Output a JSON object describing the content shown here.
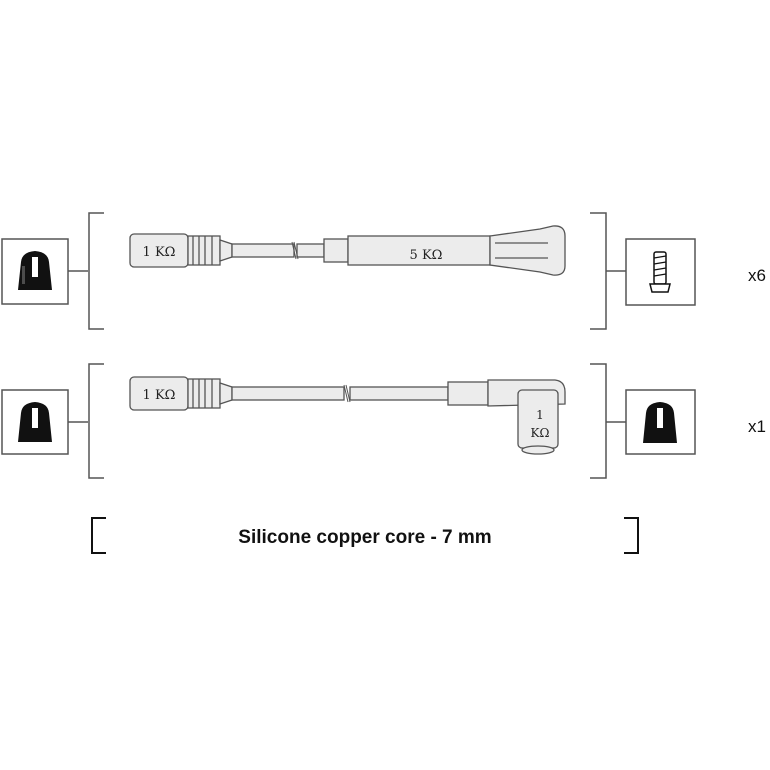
{
  "rows": [
    {
      "start_resistor_label": "1 KΩ",
      "end_resistor_label": "5 KΩ",
      "quantity": "x6",
      "left_connector_icon": "cap-connector-icon",
      "right_connector_icon": "screw-terminal-icon"
    },
    {
      "start_resistor_label": "1 KΩ",
      "end_resistor_label_line1": "1",
      "end_resistor_label_line2": "KΩ",
      "quantity": "x1",
      "left_connector_icon": "cap-connector-icon",
      "right_connector_icon": "cap-connector-icon"
    }
  ],
  "core_caption": "Silicone copper core - 7 mm",
  "colors": {
    "line": "#555555",
    "fill": "#ececec",
    "icon": "#111111"
  }
}
